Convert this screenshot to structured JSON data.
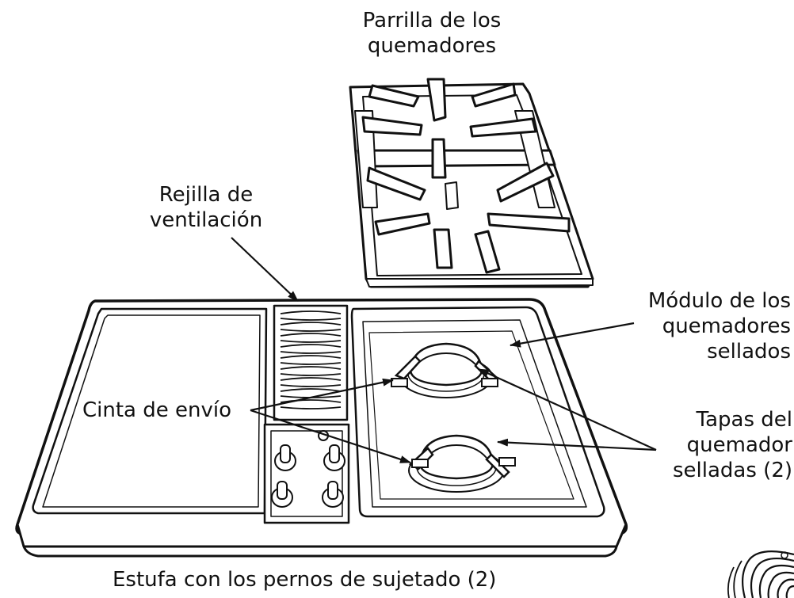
{
  "labels": {
    "burner_grate": [
      "Parrilla de los",
      "quemadores"
    ],
    "vent_grille": [
      "Rejilla de",
      "ventilación"
    ],
    "burner_module": [
      "Módulo de los",
      "quemadores",
      "sellados"
    ],
    "shipping_tape": "Cinta de envío",
    "burner_caps": [
      "Tapas del",
      "quemador",
      "selladas (2)"
    ],
    "footer_caption": "Estufa con los pernos de sujetado (2)"
  },
  "colors": {
    "line": "#111111",
    "background": "#ffffff"
  }
}
